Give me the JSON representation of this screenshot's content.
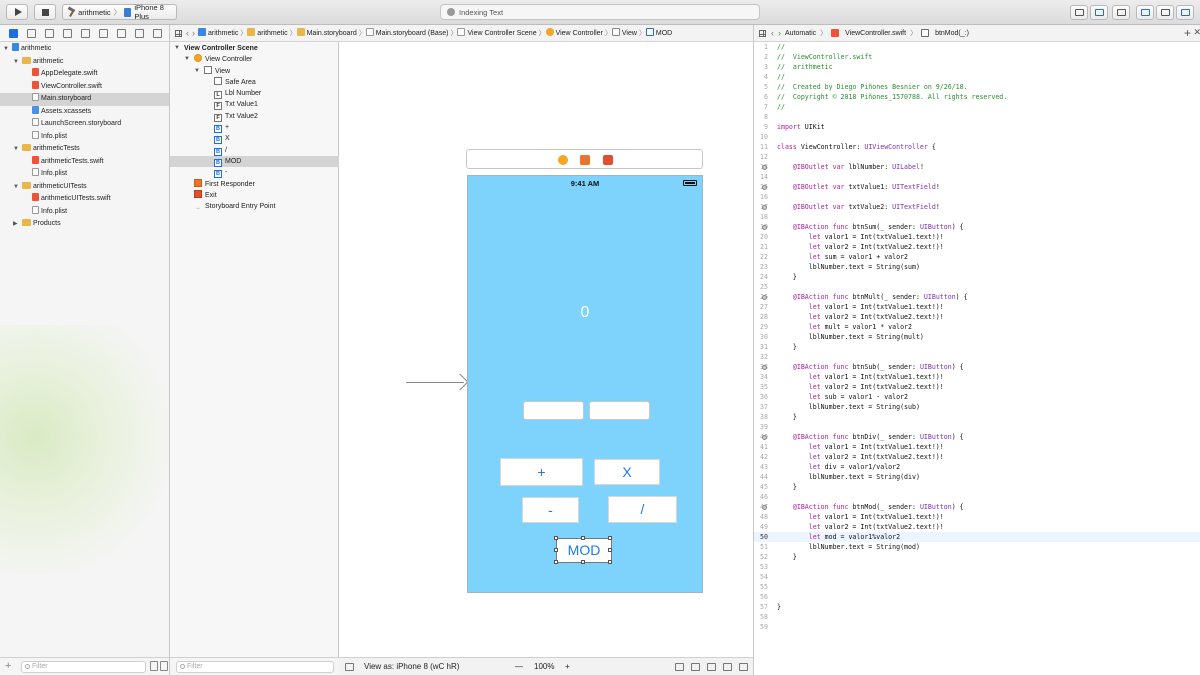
{
  "toolbar": {
    "scheme_target": "arithmetic",
    "scheme_device": "iPhone 8 Plus",
    "status_text": "Indexing Text"
  },
  "navigator": {
    "tree": [
      {
        "label": "arithmetic",
        "indent": 0,
        "icon": "proj",
        "disclosure": "open"
      },
      {
        "label": "arithmetic",
        "indent": 1,
        "icon": "folder",
        "disclosure": "open"
      },
      {
        "label": "AppDelegate.swift",
        "indent": 2,
        "icon": "swift"
      },
      {
        "label": "ViewController.swift",
        "indent": 2,
        "icon": "swift"
      },
      {
        "label": "Main.storyboard",
        "indent": 2,
        "icon": "story",
        "selected": true
      },
      {
        "label": "Assets.xcassets",
        "indent": 2,
        "icon": "assets"
      },
      {
        "label": "LaunchScreen.storyboard",
        "indent": 2,
        "icon": "story"
      },
      {
        "label": "Info.plist",
        "indent": 2,
        "icon": "plist"
      },
      {
        "label": "arithmeticTests",
        "indent": 1,
        "icon": "folder",
        "disclosure": "open"
      },
      {
        "label": "arithmeticTests.swift",
        "indent": 2,
        "icon": "swift"
      },
      {
        "label": "Info.plist",
        "indent": 2,
        "icon": "plist"
      },
      {
        "label": "arithmeticUITests",
        "indent": 1,
        "icon": "folder",
        "disclosure": "open"
      },
      {
        "label": "arithmeticUITests.swift",
        "indent": 2,
        "icon": "swift"
      },
      {
        "label": "Info.plist",
        "indent": 2,
        "icon": "plist"
      },
      {
        "label": "Products",
        "indent": 1,
        "icon": "folder",
        "disclosure": "closed"
      }
    ],
    "filter_placeholder": "Filter"
  },
  "jumpbar": {
    "items": [
      "arithmetic",
      "arithmetic",
      "Main.storyboard",
      "Main.storyboard (Base)",
      "View Controller Scene",
      "View Controller",
      "View",
      "MOD"
    ]
  },
  "outline": {
    "tree": [
      {
        "label": "View Controller Scene",
        "indent": 0,
        "icon": "none",
        "disclosure": "open",
        "bold": true
      },
      {
        "label": "View Controller",
        "indent": 1,
        "icon": "vc",
        "disclosure": "open"
      },
      {
        "label": "View",
        "indent": 2,
        "icon": "view",
        "disclosure": "open"
      },
      {
        "label": "Safe Area",
        "indent": 3,
        "icon": "view"
      },
      {
        "label": "Lbl Number",
        "indent": 3,
        "icon": "label",
        "glyph": "L"
      },
      {
        "label": "Txt Value1",
        "indent": 3,
        "icon": "field",
        "glyph": "F"
      },
      {
        "label": "Txt Value2",
        "indent": 3,
        "icon": "field",
        "glyph": "F"
      },
      {
        "label": "+",
        "indent": 3,
        "icon": "btn",
        "glyph": "B"
      },
      {
        "label": "X",
        "indent": 3,
        "icon": "btn",
        "glyph": "B"
      },
      {
        "label": "/",
        "indent": 3,
        "icon": "btn",
        "glyph": "B"
      },
      {
        "label": "MOD",
        "indent": 3,
        "icon": "btn",
        "glyph": "B",
        "selected": true
      },
      {
        "label": "-",
        "indent": 3,
        "icon": "btn",
        "glyph": "B"
      },
      {
        "label": "First Responder",
        "indent": 1,
        "icon": "fr"
      },
      {
        "label": "Exit",
        "indent": 1,
        "icon": "exit"
      },
      {
        "label": "Storyboard Entry Point",
        "indent": 1,
        "icon": "entry",
        "glyph": "→"
      }
    ],
    "filter_placeholder": "Filter"
  },
  "device": {
    "time": "9:41 AM",
    "label_number": "0",
    "buttons": {
      "plus": "+",
      "mult": "X",
      "minus": "-",
      "div": "/",
      "mod": "MOD"
    }
  },
  "canvas_bar": {
    "view_as": "View as: iPhone 8 (wC hR)",
    "zoom_out": "—",
    "zoom": "100%",
    "zoom_in": "+"
  },
  "code_jumpbar": {
    "items": [
      "Automatic",
      "ViewController.swift",
      "btnMod(_:)"
    ],
    "add_label": "+",
    "close_label": "✕"
  },
  "code_lines": [
    {
      "n": "1",
      "text": "//",
      "cls": "c-comment"
    },
    {
      "n": "2",
      "text": "//  ViewController.swift",
      "cls": "c-comment"
    },
    {
      "n": "3",
      "text": "//  arithmetic",
      "cls": "c-comment"
    },
    {
      "n": "4",
      "text": "//",
      "cls": "c-comment"
    },
    {
      "n": "5",
      "text": "//  Created by Diego Piñones Besnier on 9/26/18.",
      "cls": "c-comment"
    },
    {
      "n": "6",
      "text": "//  Copyright © 2018 Piñones_1570788. All rights reserved.",
      "cls": "c-comment"
    },
    {
      "n": "7",
      "text": "//",
      "cls": "c-comment"
    },
    {
      "n": "8",
      "text": ""
    },
    {
      "n": "9",
      "parts": [
        [
          "import",
          "c-kw"
        ],
        [
          " UIKit",
          "c-plain"
        ]
      ]
    },
    {
      "n": "10",
      "text": ""
    },
    {
      "n": "11",
      "parts": [
        [
          "class",
          "c-kw"
        ],
        [
          " ViewController: ",
          "c-plain"
        ],
        [
          "UIViewController",
          "c-type"
        ],
        [
          " {",
          "c-plain"
        ]
      ]
    },
    {
      "n": "12",
      "text": ""
    },
    {
      "n": "13",
      "outlet": true,
      "parts": [
        [
          "    @IBOutlet var",
          "c-kw"
        ],
        [
          " lblNumber: ",
          "c-plain"
        ],
        [
          "UILabel",
          "c-type"
        ],
        [
          "!",
          "c-plain"
        ]
      ]
    },
    {
      "n": "14",
      "text": ""
    },
    {
      "n": "15",
      "outlet": true,
      "parts": [
        [
          "    @IBOutlet var",
          "c-kw"
        ],
        [
          " txtValue1: ",
          "c-plain"
        ],
        [
          "UITextField",
          "c-type"
        ],
        [
          "!",
          "c-plain"
        ]
      ]
    },
    {
      "n": "16",
      "text": ""
    },
    {
      "n": "17",
      "outlet": true,
      "parts": [
        [
          "    @IBOutlet var",
          "c-kw"
        ],
        [
          " txtValue2: ",
          "c-plain"
        ],
        [
          "UITextField",
          "c-type"
        ],
        [
          "!",
          "c-plain"
        ]
      ]
    },
    {
      "n": "18",
      "text": ""
    },
    {
      "n": "19",
      "outlet": true,
      "parts": [
        [
          "    @IBAction func",
          "c-kw"
        ],
        [
          " btnSum(_ sender: ",
          "c-plain"
        ],
        [
          "UIButton",
          "c-type"
        ],
        [
          ") {",
          "c-plain"
        ]
      ]
    },
    {
      "n": "20",
      "parts": [
        [
          "        let",
          "c-kw"
        ],
        [
          " valor1 = Int(txtValue1.text!)!",
          "c-plain"
        ]
      ]
    },
    {
      "n": "21",
      "parts": [
        [
          "        let",
          "c-kw"
        ],
        [
          " valor2 = Int(txtValue2.text!)!",
          "c-plain"
        ]
      ]
    },
    {
      "n": "22",
      "parts": [
        [
          "        let",
          "c-kw"
        ],
        [
          " sum = valor1 + valor2",
          "c-plain"
        ]
      ]
    },
    {
      "n": "23",
      "parts": [
        [
          "        lblNumber.text = String(sum)",
          "c-plain"
        ]
      ]
    },
    {
      "n": "24",
      "parts": [
        [
          "    }",
          "c-plain"
        ]
      ]
    },
    {
      "n": "25",
      "text": ""
    },
    {
      "n": "26",
      "outlet": true,
      "parts": [
        [
          "    @IBAction func",
          "c-kw"
        ],
        [
          " btnMult(_ sender: ",
          "c-plain"
        ],
        [
          "UIButton",
          "c-type"
        ],
        [
          ") {",
          "c-plain"
        ]
      ]
    },
    {
      "n": "27",
      "parts": [
        [
          "        let",
          "c-kw"
        ],
        [
          " valor1 = Int(txtValue1.text!)!",
          "c-plain"
        ]
      ]
    },
    {
      "n": "28",
      "parts": [
        [
          "        let",
          "c-kw"
        ],
        [
          " valor2 = Int(txtValue2.text!)!",
          "c-plain"
        ]
      ]
    },
    {
      "n": "29",
      "parts": [
        [
          "        let",
          "c-kw"
        ],
        [
          " mult = valor1 * valor2",
          "c-plain"
        ]
      ]
    },
    {
      "n": "30",
      "parts": [
        [
          "        lblNumber.text = String(mult)",
          "c-plain"
        ]
      ]
    },
    {
      "n": "31",
      "parts": [
        [
          "    }",
          "c-plain"
        ]
      ]
    },
    {
      "n": "32",
      "text": ""
    },
    {
      "n": "33",
      "outlet": true,
      "parts": [
        [
          "    @IBAction func",
          "c-kw"
        ],
        [
          " btnSub(_ sender: ",
          "c-plain"
        ],
        [
          "UIButton",
          "c-type"
        ],
        [
          ") {",
          "c-plain"
        ]
      ]
    },
    {
      "n": "34",
      "parts": [
        [
          "        let",
          "c-kw"
        ],
        [
          " valor1 = Int(txtValue1.text!)!",
          "c-plain"
        ]
      ]
    },
    {
      "n": "35",
      "parts": [
        [
          "        let",
          "c-kw"
        ],
        [
          " valor2 = Int(txtValue2.text!)!",
          "c-plain"
        ]
      ]
    },
    {
      "n": "36",
      "parts": [
        [
          "        let",
          "c-kw"
        ],
        [
          " sub = valor1 - valor2",
          "c-plain"
        ]
      ]
    },
    {
      "n": "37",
      "parts": [
        [
          "        lblNumber.text = String(sub)",
          "c-plain"
        ]
      ]
    },
    {
      "n": "38",
      "parts": [
        [
          "    }",
          "c-plain"
        ]
      ]
    },
    {
      "n": "39",
      "text": ""
    },
    {
      "n": "40",
      "outlet": true,
      "parts": [
        [
          "    @IBAction func",
          "c-kw"
        ],
        [
          " btnDiv(_ sender: ",
          "c-plain"
        ],
        [
          "UIButton",
          "c-type"
        ],
        [
          ") {",
          "c-plain"
        ]
      ]
    },
    {
      "n": "41",
      "parts": [
        [
          "        let",
          "c-kw"
        ],
        [
          " valor1 = Int(txtValue1.text!)!",
          "c-plain"
        ]
      ]
    },
    {
      "n": "42",
      "parts": [
        [
          "        let",
          "c-kw"
        ],
        [
          " valor2 = Int(txtValue2.text!)!",
          "c-plain"
        ]
      ]
    },
    {
      "n": "43",
      "parts": [
        [
          "        let",
          "c-kw"
        ],
        [
          " div = valor1/valor2",
          "c-plain"
        ]
      ]
    },
    {
      "n": "44",
      "parts": [
        [
          "        lblNumber.text = String(div)",
          "c-plain"
        ]
      ]
    },
    {
      "n": "45",
      "parts": [
        [
          "    }",
          "c-plain"
        ]
      ]
    },
    {
      "n": "46",
      "text": ""
    },
    {
      "n": "47",
      "outlet": true,
      "parts": [
        [
          "    @IBAction func",
          "c-kw"
        ],
        [
          " btnMod(_ sender: ",
          "c-plain"
        ],
        [
          "UIButton",
          "c-type"
        ],
        [
          ") {",
          "c-plain"
        ]
      ]
    },
    {
      "n": "48",
      "parts": [
        [
          "        let",
          "c-kw"
        ],
        [
          " valor1 = Int(txtValue1.text!)!",
          "c-plain"
        ]
      ]
    },
    {
      "n": "49",
      "parts": [
        [
          "        let",
          "c-kw"
        ],
        [
          " valor2 = Int(txtValue2.text!)!",
          "c-plain"
        ]
      ]
    },
    {
      "n": "50",
      "current": true,
      "parts": [
        [
          "        let",
          "c-kw"
        ],
        [
          " mod = valor1%valor2",
          "c-plain"
        ]
      ]
    },
    {
      "n": "51",
      "parts": [
        [
          "        lblNumber.text = String(mod)",
          "c-plain"
        ]
      ]
    },
    {
      "n": "52",
      "parts": [
        [
          "    }",
          "c-plain"
        ]
      ]
    },
    {
      "n": "53",
      "text": ""
    },
    {
      "n": "54",
      "text": ""
    },
    {
      "n": "55",
      "text": ""
    },
    {
      "n": "56",
      "text": ""
    },
    {
      "n": "57",
      "parts": [
        [
          "}",
          "c-plain"
        ]
      ]
    },
    {
      "n": "58",
      "text": ""
    },
    {
      "n": "59",
      "text": ""
    }
  ],
  "colors": {
    "device_background": "#7dd3fb",
    "button_text": "#1d7ae8",
    "comment": "#2a8e30",
    "keyword": "#b0229d",
    "type": "#7b2fb5"
  }
}
